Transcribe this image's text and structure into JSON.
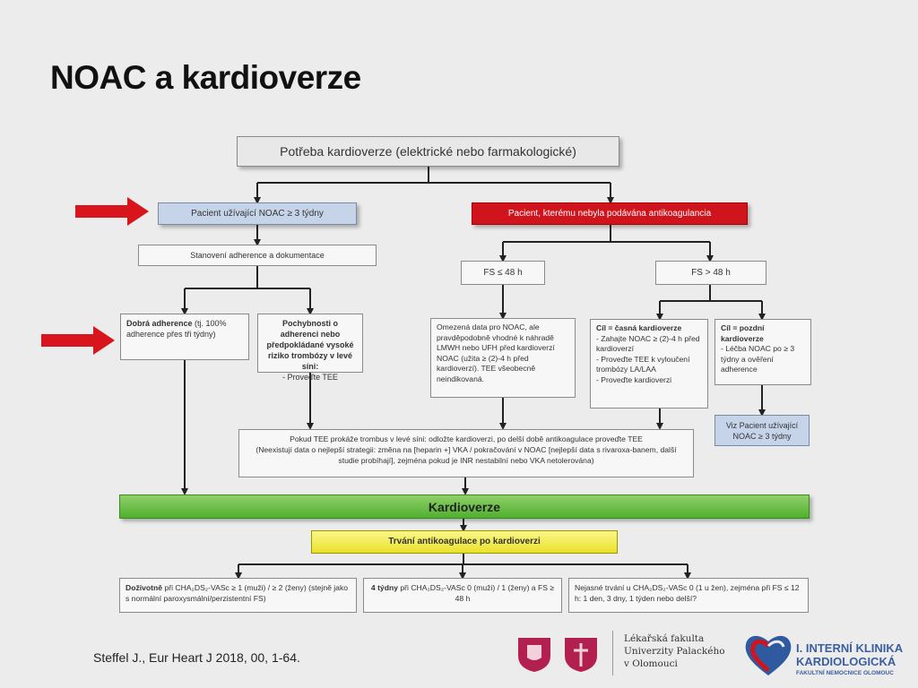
{
  "title": "NOAC a kardioverze",
  "flow": {
    "top": "Potřeba kardioverze (elektrické nebo farmakologické)",
    "left_branch": "Pacient užívající NOAC ≥ 3 týdny",
    "right_branch": "Pacient, kterému nebyla podávána antikoagulancia",
    "adherence": "Stanovení adherence a dokumentace",
    "good_adherence_bold": "Dobrá adherence",
    "good_adherence_rest": " (tj. 100% adherence přes tři týdny)",
    "doubt_bold": "Pochybnosti o adherenci nebo předpokládané vysoké riziko trombózy v levé síni:",
    "doubt_action": "- Proveďte TEE",
    "fs_short": "FS ≤ 48 h",
    "fs_long": "FS > 48 h",
    "limited_data": "Omezená data pro NOAC, ale pravděpodobně vhodné k náhradě LMWH nebo UFH před kardioverzí NOAC (užita ≥ (2)-4 h před kardioverzí). TEE všeobecně neindikovaná.",
    "early_title": "Cíl = časná kardioverze",
    "early_items": [
      "Zahajte NOAC ≥ (2)-4 h před kardioverzí",
      "Proveďte TEE k vyloučení trombózy LA/LAA",
      "Proveďte kardioverzi"
    ],
    "late_title": "Cíl = pozdní kardioverze",
    "late_items": [
      "Léčba NOAC po ≥ 3 týdny a ověření adherence"
    ],
    "see_patient": "Viz Pacient užívající NOAC ≥ 3 týdny",
    "tee_line1": "Pokud TEE prokáže trombus v levé síni: odložte kardioverzi, po delší době antikoagulace proveďte TEE",
    "tee_line2": "(Neexistují data o nejlepší strategii: změna na [heparin +] VKA / pokračování v NOAC [nejlepší data s rivaroxa-banem, další studie probíhají], zejména pokud je INR nestabilní nebo VKA netolerována)",
    "cardioversion": "Kardioverze",
    "duration": "Trvání antikoagulace po kardioverzi",
    "out1_bold": "Doživotně",
    "out1_rest": " při CHA₂DS₂-VASc ≥ 1 (muži) / ≥ 2 (ženy) (stejně jako s normální paroxysmální/perzistentní FS)",
    "out2_bold": "4 týdny",
    "out2_rest": " při CHA₂DS₂-VASc 0 (muži) / 1 (ženy) a FS ≥ 48 h",
    "out3": "Nejasné trvání u CHA₂DS₂-VASc 0 (1 u žen), zejména při FS ≤ 12 h: 1 den, 3 dny, 1 týden nebo delší?"
  },
  "citation": "Steffel J., Eur Heart J 2018, 00, 1-64.",
  "footer": {
    "faculty_line1": "Lékařská fakulta",
    "faculty_line2": "Univerzity Palackého",
    "faculty_line3": "v Olomouci",
    "clinic_line1": "I. INTERNÍ KLINIKA",
    "clinic_line2": "KARDIOLOGICKÁ",
    "clinic_sub": "FAKULTNÍ NEMOCNICE OLOMOUC"
  },
  "colors": {
    "blue_box": "#c6d4ea",
    "red_box": "#d0141e",
    "green_bar": "#4fb02d",
    "yellow_bar": "#e9e22a",
    "arrow": "#d8141c"
  },
  "icons": [
    "right-arrow-icon",
    "university-logo-icon",
    "clinic-heart-logo-icon"
  ]
}
